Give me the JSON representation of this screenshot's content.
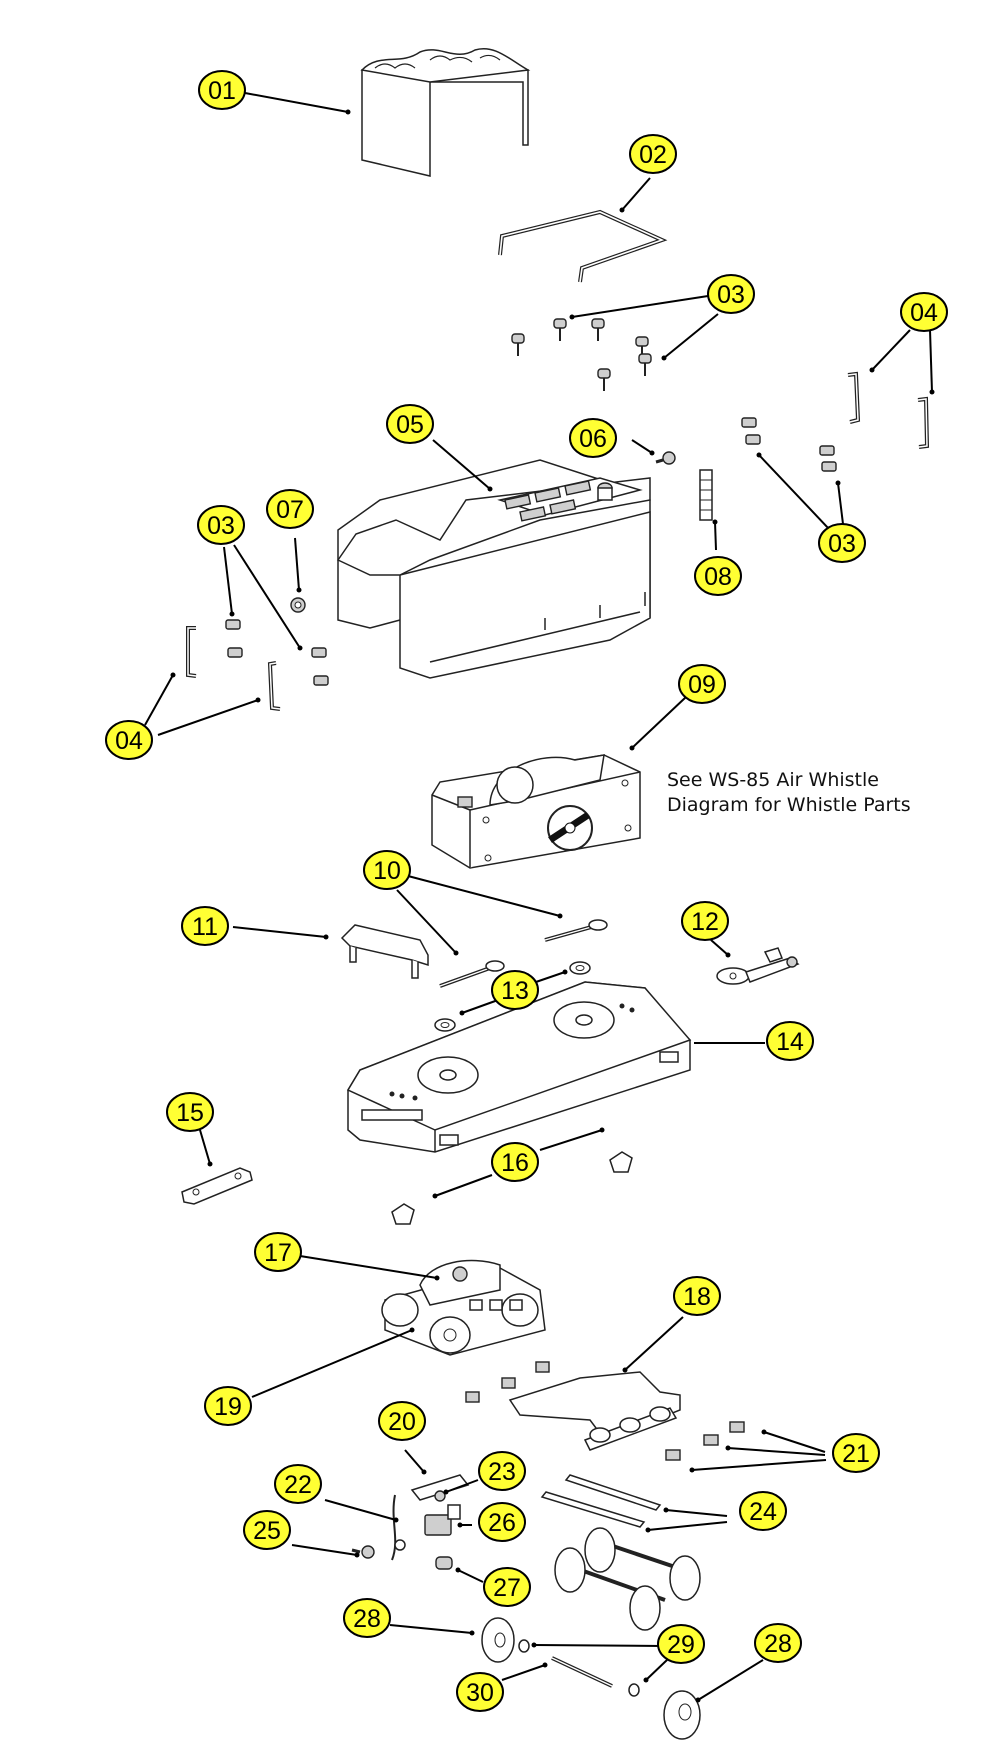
{
  "note": {
    "line1": "See WS-85 Air Whistle",
    "line2": "Diagram for Whistle Parts"
  },
  "callouts": [
    "01",
    "02",
    "03",
    "04",
    "05",
    "06",
    "07",
    "08",
    "09",
    "10",
    "11",
    "12",
    "13",
    "14",
    "15",
    "16",
    "17",
    "18",
    "19",
    "20",
    "21",
    "22",
    "23",
    "24",
    "25",
    "26",
    "27",
    "28",
    "29",
    "30"
  ],
  "colors": {
    "callout_fill": "#ffff33",
    "line": "#000000"
  }
}
